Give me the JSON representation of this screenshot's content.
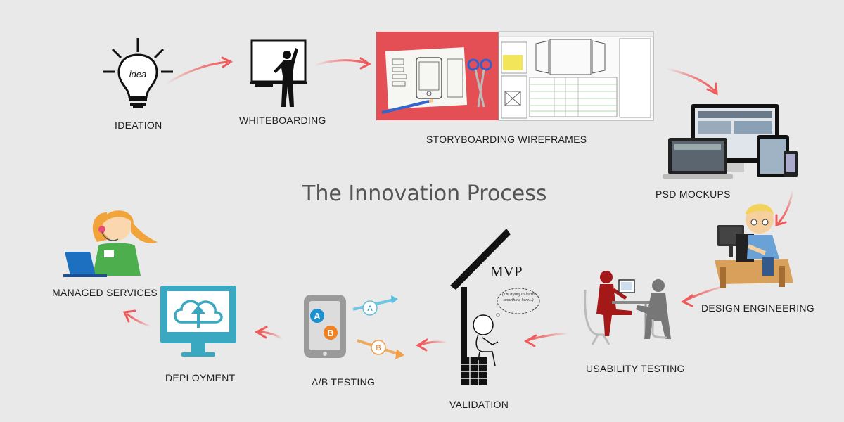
{
  "title": "The Innovation Process",
  "steps": {
    "ideation": "IDEATION",
    "whiteboarding": "WHITEBOARDING",
    "storyboarding": "STORYBOARDING WIREFRAMES",
    "psd": "PSD MOCKUPS",
    "design": "DESIGN ENGINEERING",
    "usability": "USABILITY TESTING",
    "validation": "VALIDATION",
    "ab": "A/B TESTING",
    "deployment": "DEPLOYMENT",
    "managed": "MANAGED SERVICES"
  },
  "icons": {
    "ideation": "lightbulb-icon",
    "whiteboarding": "whiteboard-icon",
    "storyboarding": "wireframe-icon",
    "psd": "devices-icon",
    "design": "developer-icon",
    "usability": "usability-test-icon",
    "validation": "mvp-icon",
    "ab": "ab-testing-icon",
    "deployment": "cloud-upload-icon",
    "managed": "support-agent-icon"
  },
  "ideation_bulb_text": "idea",
  "mvp": "MVP",
  "mvp_bubble": "(I'm trying to learn something here...)",
  "ab": {
    "a": "A",
    "b": "B"
  },
  "colors": {
    "arrow": "#f05a5a",
    "deploy": "#3aa8c1",
    "wire_red": "#e34f54",
    "background": "#e9e9e9"
  }
}
